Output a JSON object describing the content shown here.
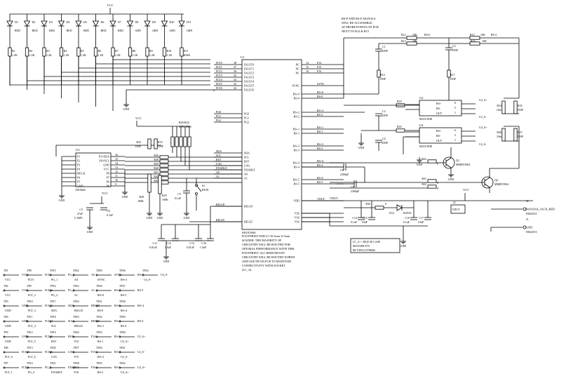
{
  "power": {
    "vcc": "VCC",
    "gnd": "GND"
  },
  "leds": [
    {
      "ref": "D1",
      "color": "RED"
    },
    {
      "ref": "D2",
      "color": "RED"
    },
    {
      "ref": "D3",
      "color": "RED"
    },
    {
      "ref": "D4",
      "color": "RED"
    },
    {
      "ref": "D5",
      "color": "RED"
    },
    {
      "ref": "D6",
      "color": "RED"
    },
    {
      "ref": "D7",
      "color": "RED"
    },
    {
      "ref": "D8",
      "color": "GRN"
    },
    {
      "ref": "D9",
      "color": "GRN"
    },
    {
      "ref": "D10",
      "color": "GRN"
    },
    {
      "ref": "D11",
      "color": "GRN"
    }
  ],
  "led_resistors": [
    {
      "ref": "R1",
      "value": "1.2K"
    },
    {
      "ref": "R2",
      "value": "1.2K"
    },
    {
      "ref": "R3",
      "value": "1.2K"
    },
    {
      "ref": "R4",
      "value": "1.2K"
    },
    {
      "ref": "R5",
      "value": "1.2K"
    },
    {
      "ref": "R6",
      "value": "1.2K"
    },
    {
      "ref": "R7",
      "value": "1.2K"
    },
    {
      "ref": "R8",
      "value": "1.2K"
    },
    {
      "ref": "R9",
      "value": "1.2K"
    },
    {
      "ref": "R10",
      "value": "1.2K"
    },
    {
      "ref": "R11",
      "value": "RSHt"
    }
  ],
  "note_top": [
    "RS-P AND RS-F SIGNALS",
    "WILL BE ACCESSIBLE",
    "AT PROBE POINTS ON PCB",
    "NEXT TO R12 & R15"
  ],
  "top_resistors": [
    {
      "ref": "R12",
      "value": "10K",
      "net": "RS-6"
    },
    {
      "ref": "R13",
      "value": "10K",
      "net": "RS-"
    },
    {
      "ref": "R15",
      "value": "10K",
      "net": "RS-2"
    },
    {
      "ref": "R16",
      "value": "10K",
      "net": "RS-"
    }
  ],
  "u1": {
    "ref": "U1",
    "part": "MAX3946",
    "left_pins": [
      {
        "num": "38",
        "name": "FAULT0",
        "net": "FLT0"
      },
      {
        "num": "37",
        "name": "FAULT1",
        "net": "FLT1"
      },
      {
        "num": "36",
        "name": "FAULT2",
        "net": "FLT2"
      },
      {
        "num": "35",
        "name": "FAULT3",
        "net": "FLT3"
      },
      {
        "num": "34",
        "name": "FAULT4",
        "net": "FLT4"
      },
      {
        "num": "33",
        "name": "FAULT5",
        "net": "FLT5"
      },
      {
        "num": "32",
        "name": "FAULT6",
        "net": "FLT6"
      },
      {
        "num": "",
        "name": "PG0",
        "net": "PG0"
      },
      {
        "num": "",
        "name": "PG1",
        "net": "PG1"
      },
      {
        "num": "",
        "name": "PG2",
        "net": "PG2"
      },
      {
        "num": "",
        "name": "SDA",
        "net": "SDA"
      },
      {
        "num": "",
        "name": "SCL",
        "net": "SCL"
      },
      {
        "num": "",
        "name": "RST",
        "net": "RST"
      },
      {
        "num": "",
        "name": "LOG",
        "net": "LOG"
      },
      {
        "num": "",
        "name": "ENABLE",
        "net": "ENABLE"
      },
      {
        "num": "",
        "name": "A0",
        "net": "A0"
      },
      {
        "num": "",
        "name": "A1",
        "net": "A1"
      },
      {
        "num": "",
        "name": "REG18",
        "net": "REG18"
      },
      {
        "num": "",
        "name": "REG25",
        "net": "REG25"
      }
    ],
    "right_pins": [
      {
        "num": "14",
        "name": "NC",
        "net": "P14"
      },
      {
        "num": "15",
        "name": "NC",
        "net": "P15"
      },
      {
        "num": "16",
        "name": "NC",
        "net": "P16"
      },
      {
        "num": "",
        "name": "SYNC",
        "net": "SYNC"
      },
      {
        "num": "",
        "name": "RS+0",
        "net": "RS+0"
      },
      {
        "num": "",
        "name": "RS-0",
        "net": "RS-0"
      },
      {
        "num": "",
        "name": "RS+2",
        "net": "RS+2"
      },
      {
        "num": "",
        "name": "RS-2",
        "net": "RS-2"
      },
      {
        "num": "",
        "name": "RS+1",
        "net": "RS+1"
      },
      {
        "num": "",
        "name": "RS-1",
        "net": "RS-1"
      },
      {
        "num": "",
        "name": "RS+3",
        "net": "RS+3"
      },
      {
        "num": "",
        "name": "RS-3",
        "net": "RS-3"
      },
      {
        "num": "",
        "name": "RS+4",
        "net": "RS+4"
      },
      {
        "num": "",
        "name": "RS-4",
        "net": "RS-4"
      },
      {
        "num": "",
        "name": "RS+5",
        "net": "RS+5"
      },
      {
        "num": "",
        "name": "RS-5",
        "net": "RS-5"
      },
      {
        "num": "",
        "name": "VDD",
        "net": "VDUT"
      },
      {
        "num": "",
        "name": "VSS",
        "net": ""
      },
      {
        "num": "",
        "name": "VSS",
        "net": ""
      },
      {
        "num": "",
        "name": "VSS",
        "net": ""
      }
    ]
  },
  "footprint_note": [
    "FOOTPRINT FOR U1 IS 5mm X 5mm",
    "SOLDER. THE MAJORITY OF",
    "CIRCUITRY WILL BE ROUTED FOR",
    "OPTIMAL PERFORMANCE WITH THIS",
    "FOOTPRINT. ALL REDUNDANT",
    "CIRCUITRY WILL BE ROUTED NORTH",
    "AND SOUTH ON PCB TO MAINTAIN",
    "CONNECTIVITY WITH SOCKET",
    "(U1_A)."
  ],
  "socket_note": [
    "U1_A = 40Q5-28 CASE",
    "MOUSER P/N",
    "88-T4951C07M066"
  ],
  "u3": {
    "ref": "U3",
    "part": "DS3666",
    "left_pins": [
      "P1",
      "P2",
      "P3",
      "P4",
      "MCLK",
      "P4",
      "P5",
      "GND"
    ],
    "right_pins": [
      "P11/SDA",
      "P10/SCL",
      "GND",
      "VCC",
      "P8",
      "P7",
      "P6",
      "P6"
    ],
    "right_nums": [
      "16",
      "15",
      "14",
      "13",
      "12",
      "11",
      "10",
      "9"
    ]
  },
  "c3": {
    "ref": "C3",
    "value": "47uF",
    "extra": "C-SMT"
  },
  "c8": {
    "ref": "C8",
    "value": "0.1uF"
  },
  "r25": {
    "ref": "R25",
    "value": "DNP"
  },
  "r19": {
    "ref": "R19",
    "value": "DNP"
  },
  "rnet": {
    "ref": "R26-R24",
    "value": "4.7K, 0805"
  },
  "mid_resistors": [
    {
      "ref": "R28",
      "value": "100K"
    },
    {
      "ref": "R29",
      "value": "100K"
    },
    {
      "ref": "R36",
      "value": ""
    },
    {
      "ref": "R38",
      "value": ""
    },
    {
      "ref": "R39",
      "value": ""
    },
    {
      "ref": "R40",
      "value": ""
    },
    {
      "ref": "R41",
      "value": ""
    },
    {
      "ref": "R42",
      "value": ""
    },
    {
      "ref": "R43",
      "value": ""
    }
  ],
  "c5": {
    "ref": "C5",
    "value": "0.1uF"
  },
  "s1": {
    "ref": "S1",
    "value": "RSTb"
  },
  "bottom_caps": [
    {
      "ref": "C11",
      "value": "0.01uF"
    },
    {
      "ref": "C12",
      "value": "1.0uF"
    },
    {
      "ref": "C13",
      "value": "0.01uF"
    },
    {
      "ref": "C16",
      "value": "1.0uF"
    }
  ],
  "u2": {
    "ref": "U2",
    "part": "MAX3938",
    "pins": [
      "RS+",
      "RS-",
      "OUT"
    ],
    "nums": [
      "6",
      "5",
      "1"
    ],
    "nets": [
      "U2_S+",
      "U2_S-"
    ]
  },
  "u4": {
    "ref": "U4",
    "part": "MAX3938",
    "pins": [
      "RS+",
      "RS-",
      "OUT"
    ],
    "nums": [
      "6",
      "5",
      "1"
    ],
    "nets": [
      "U4_S+",
      "U4_S-"
    ]
  },
  "r34": {
    "ref": "R34",
    "value": "10m"
  },
  "r35": {
    "ref": "R35",
    "value": "DNP"
  },
  "r36b": {
    "ref": "R36",
    "value": "10m"
  },
  "r37": {
    "ref": "R37",
    "value": "DNP"
  },
  "r14": {
    "ref": "R14",
    "value": "DNP"
  },
  "r17": {
    "ref": "R17",
    "value": "DNP"
  },
  "r18": {
    "ref": "R18",
    "value": ""
  },
  "r20": {
    "ref": "R20",
    "value": ""
  },
  "caps_dnp": [
    {
      "ref": "C1",
      "value": "DNP"
    },
    {
      "ref": "C2",
      "value": "DNP"
    },
    {
      "ref": "C3",
      "value": "DNP"
    },
    {
      "ref": "C4",
      "value": "DNP"
    }
  ],
  "c6": {
    "ref": "C6",
    "value": "2200pF"
  },
  "c9": {
    "ref": "C9",
    "value": "2200pF"
  },
  "q1": {
    "ref": "Q1",
    "part": "MMBT3904"
  },
  "q2": {
    "ref": "Q2",
    "part": "MMBT3904"
  },
  "r22": {
    "ref": "R22",
    "value": "0"
  },
  "r31": {
    "ref": "R31",
    "value": "0"
  },
  "r32": {
    "ref": "R32",
    "value": "0"
  },
  "r30": {
    "ref": "R30",
    "value": "0"
  },
  "d12": {
    "ref": "D12",
    "part": "BAT54"
  },
  "cap_bottom_right": [
    {
      "ref": "C14",
      "value": "0.1uF"
    },
    {
      "ref": "C15",
      "value": "10uF"
    },
    {
      "ref": "C10",
      "value": "0.1uF"
    },
    {
      "ref": "C17",
      "value": "10uF"
    }
  ],
  "j3": {
    "ref": "J3",
    "label": "VDUT"
  },
  "connectors": [
    {
      "ref": "J2",
      "part": "BANANA_JACK_RED",
      "alt": "83K4555"
    },
    {
      "ref": "J1",
      "part": "GND",
      "alt": "83K4553"
    }
  ],
  "vdut": "VDUT",
  "testpoints": [
    [
      {
        "tp": "TP1",
        "net": "VCC"
      },
      {
        "tp": "TP2",
        "net": "VCC"
      },
      {
        "tp": "TP3",
        "net": "GND"
      },
      {
        "tp": "TP4",
        "net": "GND"
      },
      {
        "tp": "TP5",
        "net": "GND"
      },
      {
        "tp": "TP6",
        "net": "FLT_0"
      },
      {
        "tp": "TP7",
        "net": "FLT_1"
      }
    ],
    [
      {
        "tp": "TP8",
        "net": "FLT1"
      },
      {
        "tp": "TP9",
        "net": "FLT_2"
      },
      {
        "tp": "TP10",
        "net": "FLT_3"
      },
      {
        "tp": "TP11",
        "net": "FLT_4"
      },
      {
        "tp": "TP12",
        "net": "FLT_5"
      },
      {
        "tp": "TP13",
        "net": "FLT_6"
      },
      {
        "tp": "TP14",
        "net": "PG_0"
      }
    ],
    [
      {
        "tp": "TP15",
        "net": "PG_1"
      },
      {
        "tp": "TP16",
        "net": "PG_2"
      },
      {
        "tp": "TP17",
        "net": "SDA"
      },
      {
        "tp": "TP18",
        "net": "SCL"
      },
      {
        "tp": "TP19",
        "net": "RST"
      },
      {
        "tp": "TP20",
        "net": "LOG"
      },
      {
        "tp": "TP21",
        "net": "ENABLE"
      }
    ],
    [
      {
        "tp": "TP22",
        "net": "A0"
      },
      {
        "tp": "TP23",
        "net": "A1"
      },
      {
        "tp": "TP24",
        "net": "REG18"
      },
      {
        "tp": "TP25",
        "net": "REG25"
      },
      {
        "tp": "TP26",
        "net": "P14"
      },
      {
        "tp": "TP27",
        "net": "P15"
      },
      {
        "tp": "TP28",
        "net": "P16"
      }
    ],
    [
      {
        "tp": "TP29",
        "net": "SYNC"
      },
      {
        "tp": "TP30",
        "net": "RS+0"
      },
      {
        "tp": "TP31",
        "net": "RS-0"
      },
      {
        "tp": "TP32",
        "net": "RS+1"
      },
      {
        "tp": "TP33",
        "net": "RS-1"
      },
      {
        "tp": "TP34",
        "net": "RS+2"
      },
      {
        "tp": "TP35",
        "net": "RS-2"
      }
    ],
    [
      {
        "tp": "TP36",
        "net": "RS+3"
      },
      {
        "tp": "TP37",
        "net": "RS-3"
      },
      {
        "tp": "TP38",
        "net": "RS+4"
      },
      {
        "tp": "TP39",
        "net": "RS-4"
      },
      {
        "tp": "TP40",
        "net": "U2_S+"
      },
      {
        "tp": "TP41",
        "net": "U2_S-"
      },
      {
        "tp": "TP42",
        "net": "U4_S+"
      }
    ],
    [
      {
        "tp": "TP43",
        "net": "U4_S-"
      }
    ]
  ]
}
